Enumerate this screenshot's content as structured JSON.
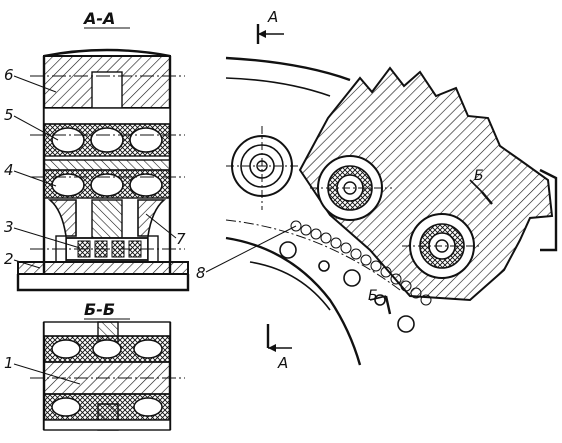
{
  "views": {
    "section_aa": {
      "title": "А-А"
    },
    "section_bb": {
      "title": "Б-Б"
    },
    "main_view": {
      "cut_mark_top": "А",
      "cut_mark_bottom": "А",
      "cut_mark_b_top": "Б",
      "cut_mark_b_bottom": "Б"
    }
  },
  "callouts": [
    {
      "id": "1",
      "text": "1"
    },
    {
      "id": "2",
      "text": "2"
    },
    {
      "id": "3",
      "text": "3"
    },
    {
      "id": "4",
      "text": "4"
    },
    {
      "id": "5",
      "text": "5"
    },
    {
      "id": "6",
      "text": "6"
    },
    {
      "id": "7",
      "text": "7"
    },
    {
      "id": "8",
      "text": "8"
    }
  ]
}
